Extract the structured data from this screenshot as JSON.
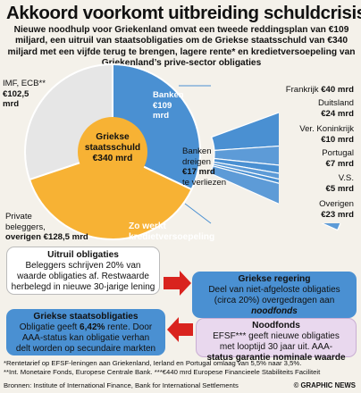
{
  "title": "Akkoord voorkomt uitbreiding schuldcrisis",
  "intro": "Nieuwe noodhulp voor Griekenland omvat een tweede reddingsplan van €109 miljard,  een uitruil van staatsobligaties om de Griekse staatsschuld van €340 miljard met een vijfde terug te brengen, lagere rente* en kredietversoepeling van Griekenland’s prive-sector obligaties",
  "pie": {
    "center_line1": "Griekse",
    "center_line2": "staatsschuld",
    "center_amount": "€340 mrd",
    "slices": [
      {
        "line1": "Banken",
        "line2": "€109",
        "line3": "mrd",
        "value": 109,
        "color": "#4a90d2"
      },
      {
        "line1": "IMF, ECB**",
        "line2": "€102,5",
        "line3": "mrd",
        "value": 102.5,
        "color": "#e6e6e6"
      },
      {
        "line1": "Private",
        "line2": "beleggers,",
        "line3": "overigen €128,5 mrd",
        "value": 128.5,
        "color": "#f7b234"
      }
    ],
    "threat_line1": "Banken",
    "threat_line2": "dreigen",
    "threat_line3": "€17 mrd",
    "threat_line4": "te verliezen",
    "zo_werkt_line1": "Zo werkt",
    "zo_werkt_line2": "kredietversoepeling"
  },
  "breakdown": [
    {
      "name": "Frankrijk",
      "amount": "€40 mrd",
      "value": 40
    },
    {
      "name": "Duitsland",
      "amount": "€24 mrd",
      "value": 24
    },
    {
      "name": "Ver. Koninkrijk",
      "amount": "€10 mrd",
      "value": 10
    },
    {
      "name": "Portugal",
      "amount": "€7 mrd",
      "value": 7
    },
    {
      "name": "V.S.",
      "amount": "€5 mrd",
      "value": 5
    },
    {
      "name": "Overigen",
      "amount": "€23 mrd",
      "value": 23
    }
  ],
  "steps": {
    "uitruil": {
      "heading": "Uitruil obligaties",
      "line1": "Beleggers schrijven 20% van",
      "line2": "waarde obligaties af. Restwaarde",
      "line3": "herbelegd in nieuwe 30-jarige lening"
    },
    "regering": {
      "heading": "Griekse regering",
      "line1": "Deel van niet-afgeloste obligaties",
      "line2": "(circa 20%) overgedragen aan",
      "line3": "noodfonds"
    },
    "staats": {
      "heading": "Griekse staatsobligaties",
      "line1a": "Obligatie geeft ",
      "line1b": "6,42%",
      "line1c": " rente. Door",
      "line2": "AAA-status kan obligatie verhan",
      "line3": "delt worden op secundaire markten"
    },
    "noodfonds": {
      "heading": "Noodfonds",
      "line1": "EFSF*** geeft nieuwe obligaties",
      "line2": "met looptijd 30 jaar uit. AAA-",
      "line3": "status garantie nominale waarde"
    }
  },
  "footnotes": {
    "f1": "*Rentetarief op EFSF-leningen aan Griekenland, Ierland en Portugal omlaag van 5,5% naar 3,5%.",
    "f2": "**Int. Monetaire Fonds, Europese Centrale Bank. ***€440 mrd Europese Financieele Stabiliteits Faciliteit",
    "sources": "Bronnen: Institute of International Finance, Bank for International Settlements"
  },
  "logo": "© GRAPHIC NEWS",
  "colors": {
    "blue": "#4a90d2",
    "orange": "#f7b234",
    "grey": "#e6e6e6",
    "red": "#d9231e",
    "lavender": "#e9d8ee"
  }
}
